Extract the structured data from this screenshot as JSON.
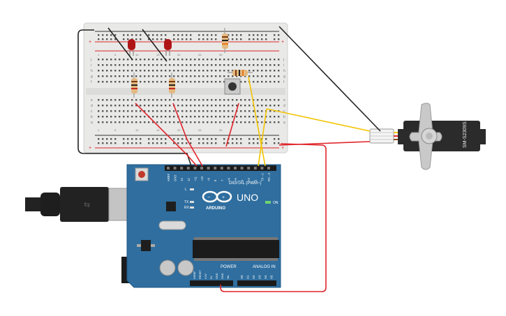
{
  "breadboard": {
    "row_letters_top": [
      "j",
      "i",
      "h",
      "g",
      "f"
    ],
    "row_letters_bottom": [
      "e",
      "d",
      "c",
      "b",
      "a"
    ],
    "rail_plus": "+",
    "rail_minus": "−",
    "column_numbers": [
      "1",
      "5",
      "10",
      "15",
      "20",
      "25",
      "30"
    ]
  },
  "arduino": {
    "model": "UNO",
    "brand": "ARDUINO",
    "digital_label": "DIGITAL (PWM~)",
    "power_label": "POWER",
    "analog_label": "ANALOG IN",
    "on_label": "ON",
    "l_label": "L",
    "tx_label": "TX",
    "rx_label": "RX",
    "top_pins": [
      "AREF",
      "GND",
      "13",
      "12",
      "~11",
      "~10",
      "~9",
      "8",
      "7",
      "~6",
      "~5",
      "4",
      "~3",
      "2",
      "TX→1",
      "RX←0"
    ],
    "power_pins": [
      "IOREF",
      "RESET",
      "3.3V",
      "5V",
      "GND",
      "GND",
      "Vin"
    ],
    "analog_pins": [
      "A0",
      "A1",
      "A2",
      "A3",
      "A4",
      "A5"
    ]
  },
  "servo": {
    "model": "SM-S2309S"
  },
  "colors": {
    "board_blue": "#2f6e9f",
    "wire_red": "#e0252b",
    "wire_black": "#222222",
    "wire_yellow": "#f2c400",
    "led_red": "#b01616",
    "breadboard": "#e9e9e7"
  }
}
